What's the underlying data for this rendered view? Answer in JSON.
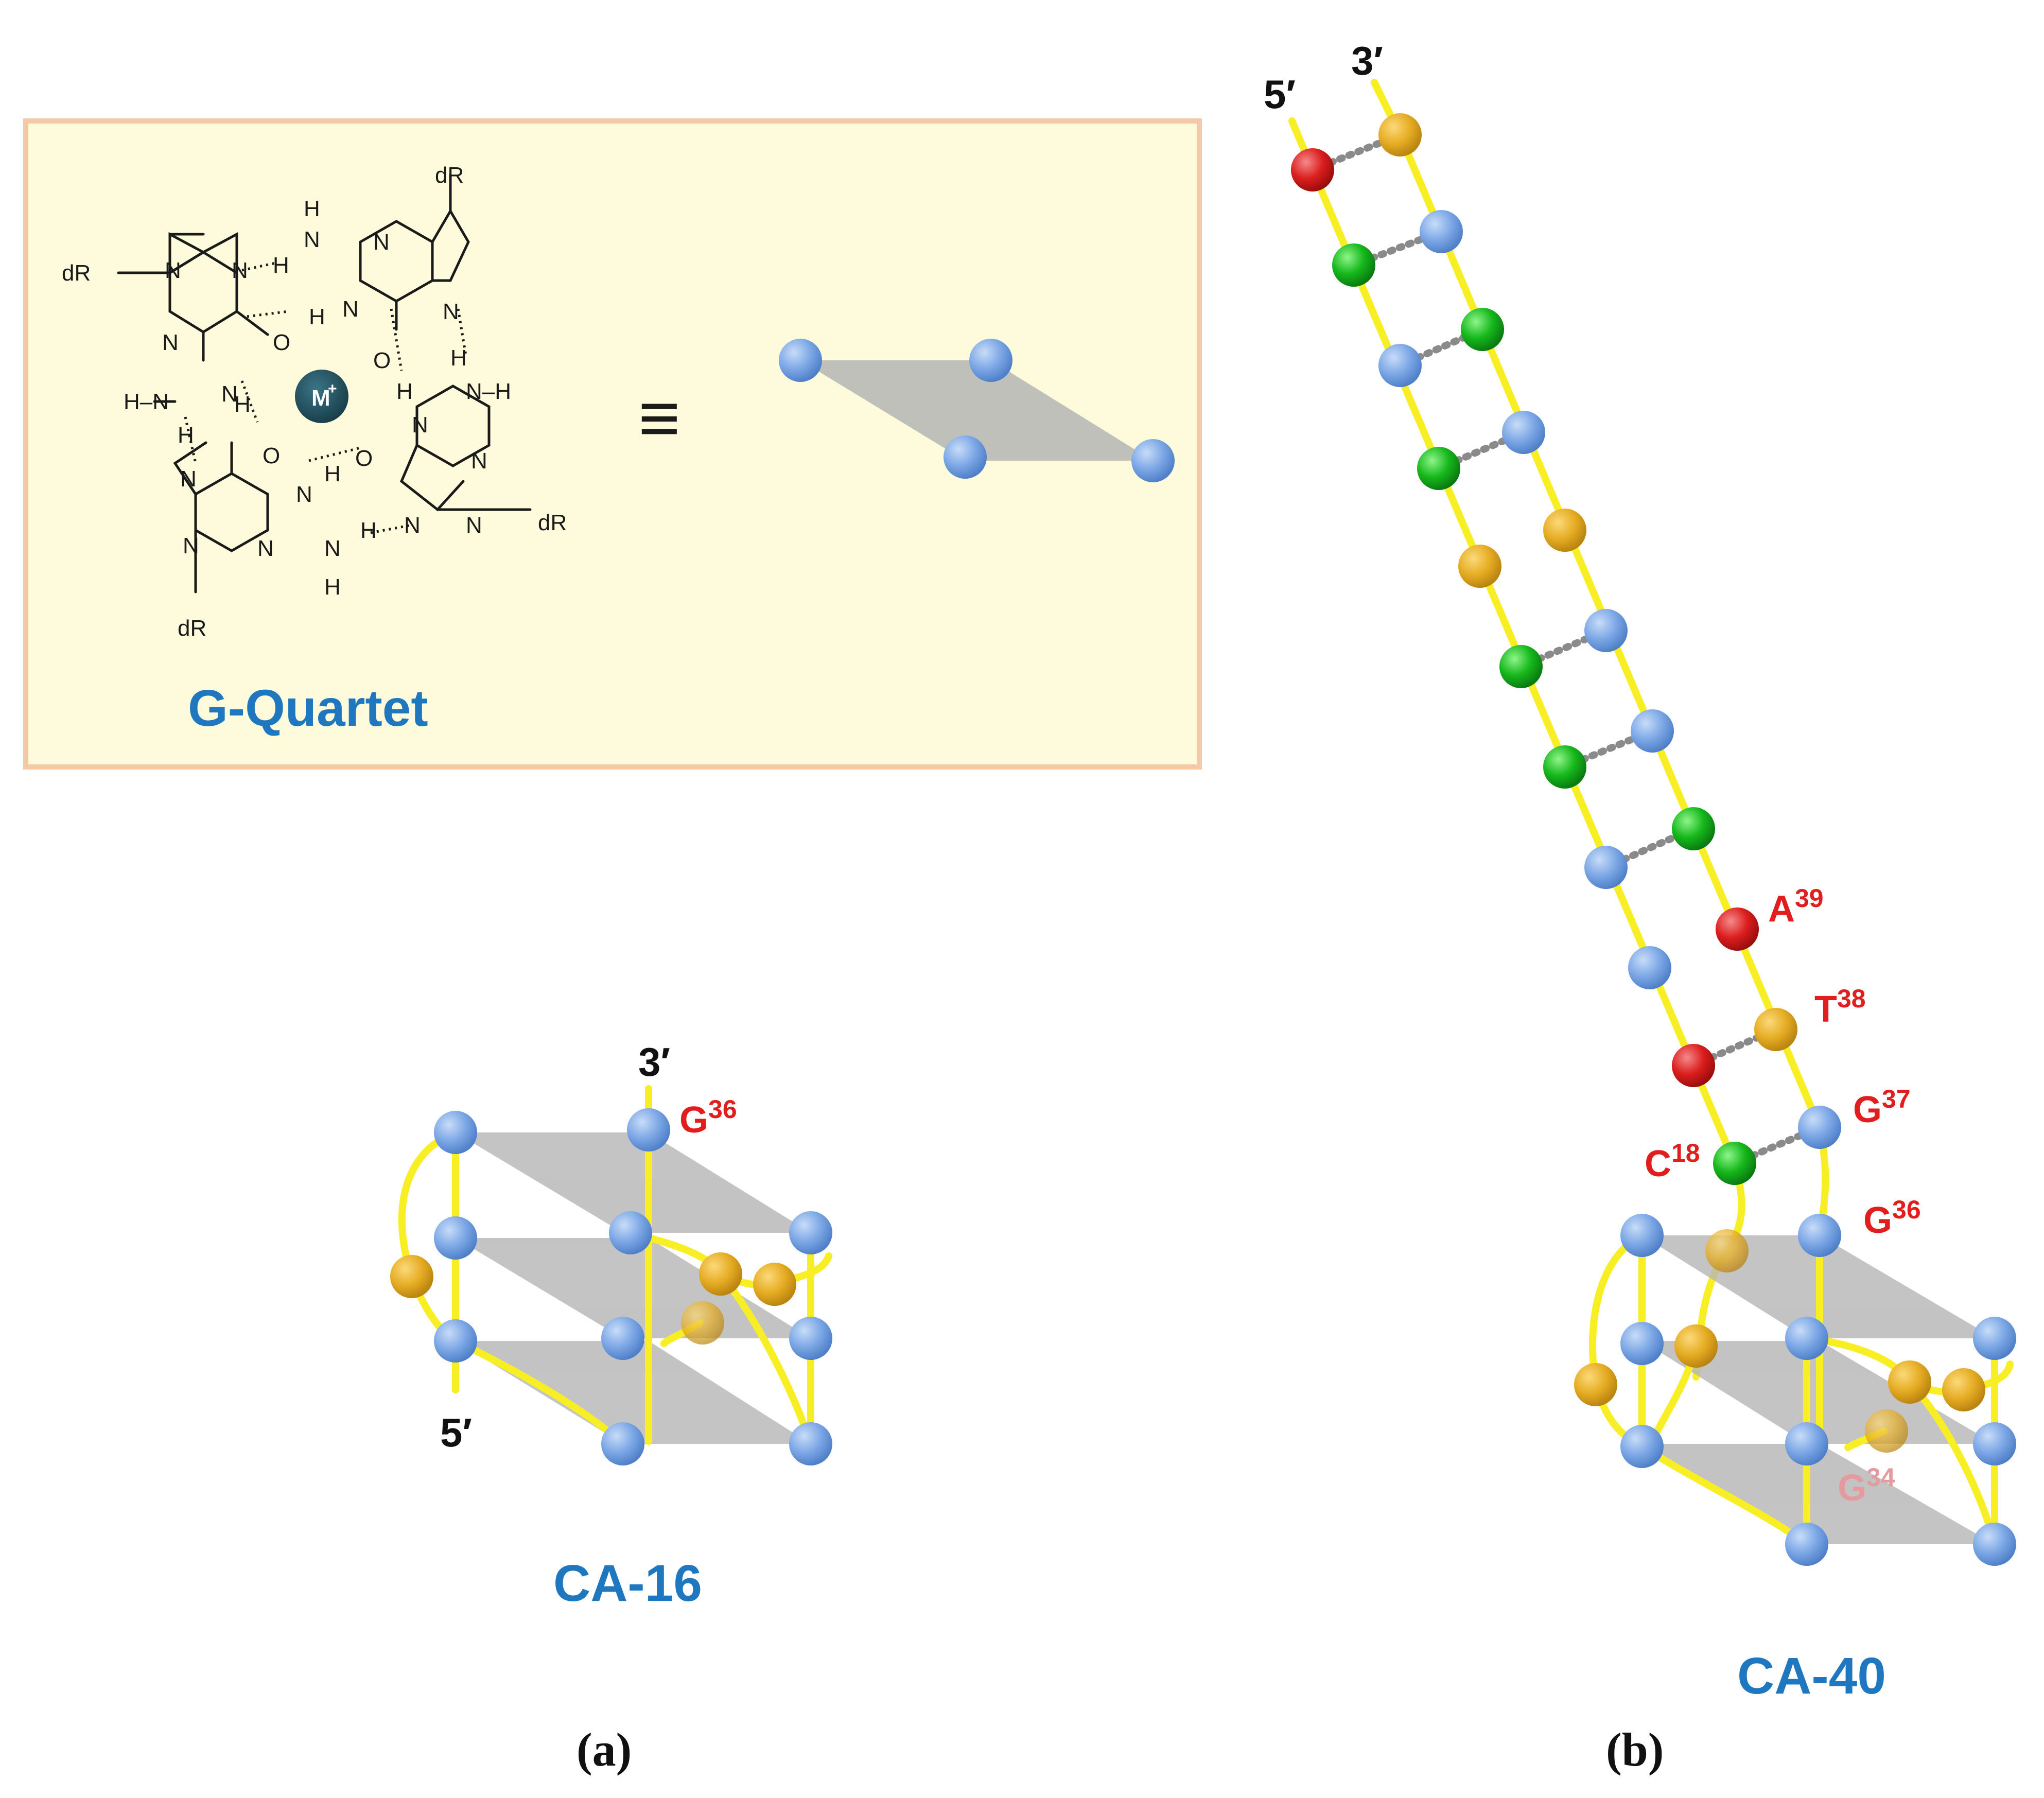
{
  "colors": {
    "panel_fill": "#fdfbdc",
    "panel_border": "#f6c9a6",
    "title_blue": "#1f78bf",
    "label_red": "#e11d1d",
    "label_pink": "#e59aa0",
    "strand_yellow": "#f8ee24",
    "plane_gray": "#b5b5b5",
    "bead_blue": "#7da8e6",
    "bead_orange": "#e6ad24",
    "bead_green": "#16b81c",
    "bead_red": "#dc1e1e",
    "ion_fill": "#1f4f5c",
    "hbond_gray": "#8a8a8a"
  },
  "gquartet": {
    "title": "G-Quartet",
    "equiv_symbol": "≡",
    "ion": {
      "symbol": "M",
      "charge": "+"
    },
    "atoms": {
      "dR": "dR",
      "N": "N",
      "H": "H",
      "O": "O",
      "H_N": "H–N",
      "N_H": "N–H"
    }
  },
  "panel_a": {
    "name": "CA-16",
    "caption": "(a)",
    "label_3prime": "3′",
    "label_5prime": "5′",
    "residue_top": {
      "base": "G",
      "number": "36"
    }
  },
  "panel_b": {
    "name": "CA-40",
    "caption": "(b)",
    "label_3prime": "3′",
    "label_5prime": "5′",
    "residues": [
      {
        "base": "A",
        "number": "39"
      },
      {
        "base": "T",
        "number": "38"
      },
      {
        "base": "G",
        "number": "37"
      },
      {
        "base": "C",
        "number": "18"
      },
      {
        "base": "G",
        "number": "36"
      },
      {
        "base": "G",
        "number": "34"
      }
    ]
  }
}
